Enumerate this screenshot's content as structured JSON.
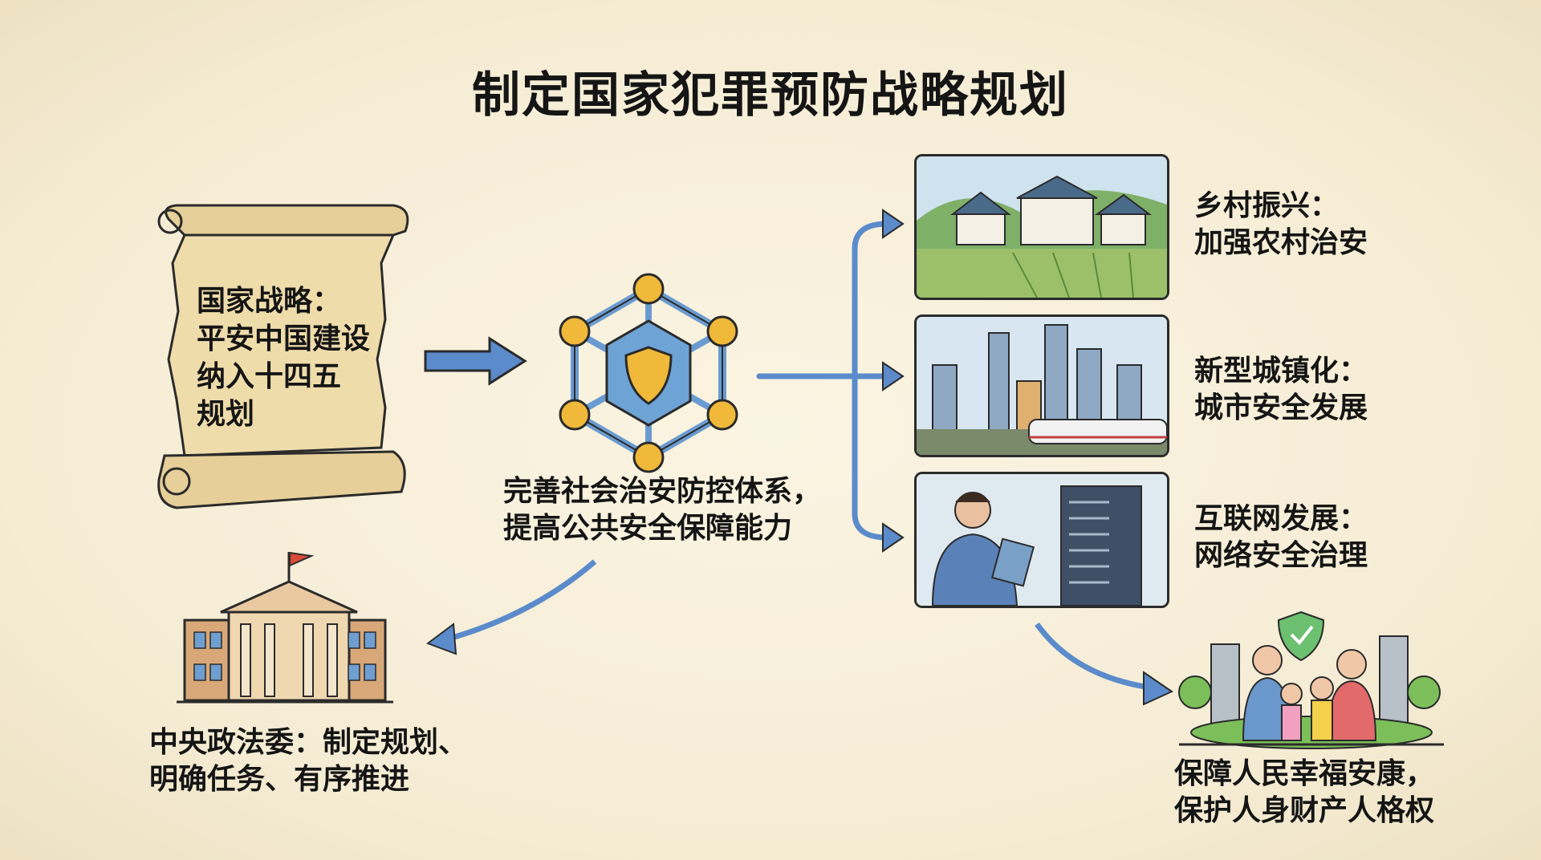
{
  "title": "制定国家犯罪预防战略规划",
  "scroll": {
    "lines": [
      "国家战略：",
      "平安中国建设",
      "纳入十四五",
      "规划"
    ]
  },
  "center": {
    "lines": [
      "完善社会治安防控体系，",
      "提高公共安全保障能力"
    ]
  },
  "government": {
    "lines": [
      "中央政法委：制定规划、",
      "明确任务、有序推进"
    ]
  },
  "branches": [
    {
      "lines": [
        "乡村振兴：",
        "加强农村治安"
      ]
    },
    {
      "lines": [
        "新型城镇化：",
        "城市安全发展"
      ]
    },
    {
      "lines": [
        "互联网发展：",
        "网络安全治理"
      ]
    }
  ],
  "outcome": {
    "lines": [
      "保障人民幸福安康，",
      "保护人身财产人格权"
    ]
  },
  "colors": {
    "arrow": "#4f7fc0",
    "gold": "#f0b93a",
    "paper": "#efdcab",
    "background": "#f7efd9"
  }
}
